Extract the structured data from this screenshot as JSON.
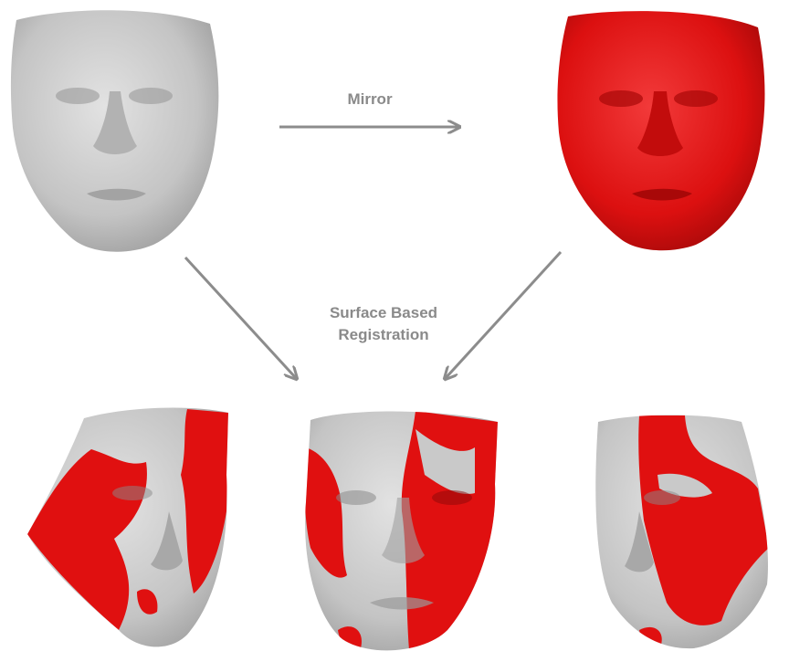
{
  "labels": {
    "mirror": "Mirror",
    "registration_line1": "Surface Based",
    "registration_line2": "Registration"
  },
  "colors": {
    "background": "#ffffff",
    "face_gray": "#c9c9c9",
    "face_red": "#e01010",
    "arrow": "#8c8c8c",
    "label_text": "#8a8a8a"
  },
  "panels": [
    {
      "name": "original-face",
      "surface": "gray"
    },
    {
      "name": "mirrored-face",
      "surface": "red"
    },
    {
      "name": "registered-overlay-left-view",
      "surface": "gray-red overlay"
    },
    {
      "name": "registered-overlay-front-view",
      "surface": "gray-red overlay"
    },
    {
      "name": "registered-overlay-right-view",
      "surface": "gray-red overlay"
    }
  ]
}
